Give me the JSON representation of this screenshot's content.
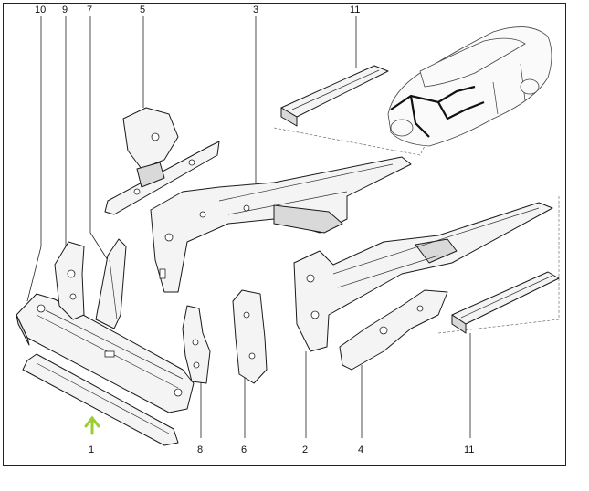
{
  "callouts": {
    "c10": "10",
    "c9": "9",
    "c7": "7",
    "c5": "5",
    "c3": "3",
    "c11_top": "11",
    "c1": "1",
    "c8": "8",
    "c6": "6",
    "c2": "2",
    "c4": "4",
    "c11_bottom": "11"
  },
  "colors": {
    "frame": "#222222",
    "indicator_arrow": "#9acd32"
  },
  "icons": {
    "indicator": "arrow-up-icon"
  }
}
